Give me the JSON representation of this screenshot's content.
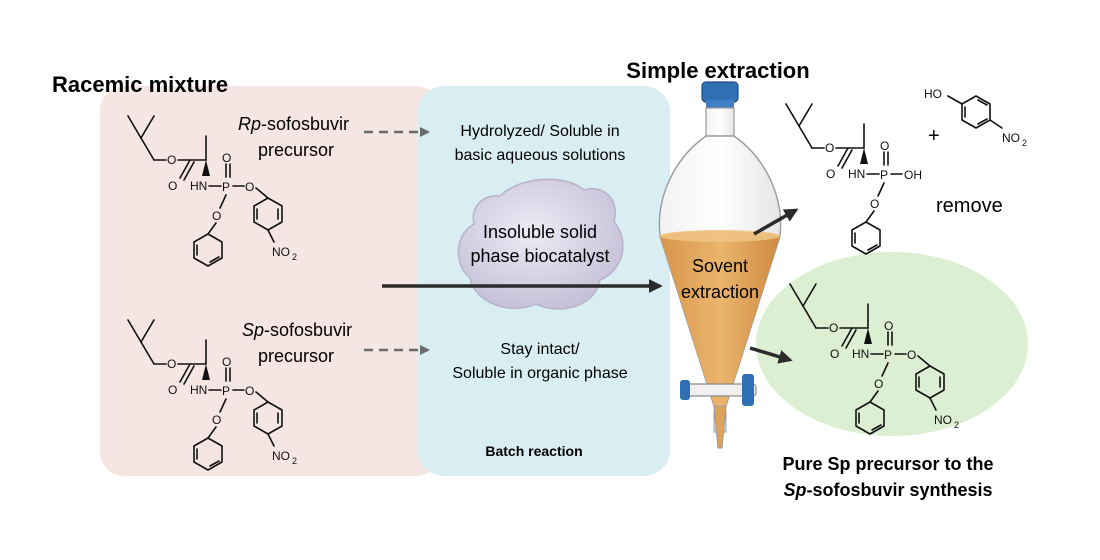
{
  "headings": {
    "racemic": "Racemic mixture",
    "extraction": "Simple extraction"
  },
  "labels": {
    "rp_italic": "Rp",
    "rp_rest": "-sofosbuvir",
    "rp_line2": "precursor",
    "sp_italic": "Sp",
    "sp_rest": "-sofosbuvir",
    "sp_line2": "precursor",
    "hydrolyzed_line1": "Hydrolyzed/ Soluble in",
    "hydrolyzed_line2": "basic aqueous solutions",
    "biocatalyst_line1": "Insoluble solid",
    "biocatalyst_line2": "phase biocatalyst",
    "intact_line1": "Stay intact/",
    "intact_line2": "Soluble in organic phase",
    "batch": "Batch reaction",
    "solvent_line1": "Sovent",
    "solvent_line2": "extraction",
    "remove": "remove",
    "plus": "+",
    "pure_line1": "Pure Sp precursor to the",
    "pure_line2_italic": "Sp",
    "pure_line2_rest": "-sofosbuvir synthesis"
  },
  "chem": {
    "O": "O",
    "P": "P",
    "HN": "HN",
    "OH": "OH",
    "HO": "HO",
    "NO2": "NO",
    "NO2_sub": "2"
  },
  "colors": {
    "racemic_panel": "#f6e6e3",
    "batch_panel": "#d9eef2",
    "pure_panel": "#dcefd2",
    "organic_layer": "#e0a458",
    "arrow_dark": "#2b2b2b",
    "arrow_dashed": "#6b6b6b"
  }
}
